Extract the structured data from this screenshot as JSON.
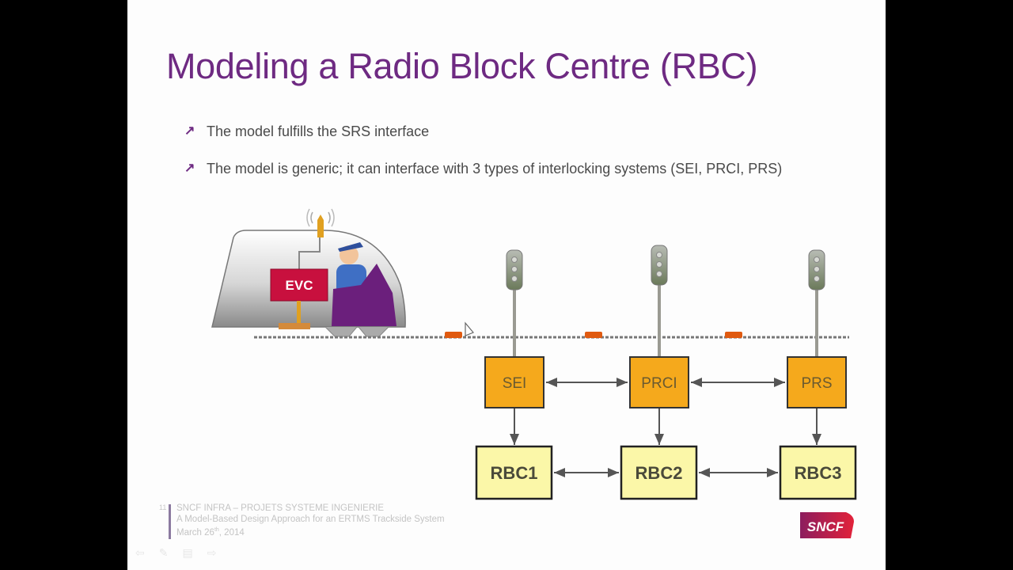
{
  "slide": {
    "title": "Modeling a Radio Block Centre (RBC)",
    "bullets": [
      {
        "icon": "arrow-up-right-icon",
        "text": "The model fulfills the SRS interface"
      },
      {
        "icon": "arrow-up-right-icon",
        "text": "The model is generic; it can interface with 3 types of interlocking systems (SEI, PRCI, PRS)"
      }
    ]
  },
  "diagram": {
    "train_unit_label": "EVC",
    "interlockings": [
      "SEI",
      "PRCI",
      "PRS"
    ],
    "rbcs": [
      "RBC1",
      "RBC2",
      "RBC3"
    ],
    "colors": {
      "interlocking_fill": "#f5a91c",
      "rbc_fill": "#fbf7a8",
      "evc_fill": "#c8103e",
      "seat_fill": "#6b1f7c",
      "balise": "#e05a10",
      "title": "#6e2a82"
    }
  },
  "footer": {
    "page_number": "11",
    "line1": "SNCF INFRA – PROJETS SYSTEME INGENIERIE",
    "line2": "A Model-Based Design Approach for an ERTMS Trackside System",
    "line3_prefix": "March 26",
    "line3_sup": "th",
    "line3_suffix": ", 2014",
    "logo_text": "SNCF"
  },
  "controls": {
    "prev": "⇦",
    "pen": "✎",
    "menu": "▤",
    "next": "⇨"
  }
}
